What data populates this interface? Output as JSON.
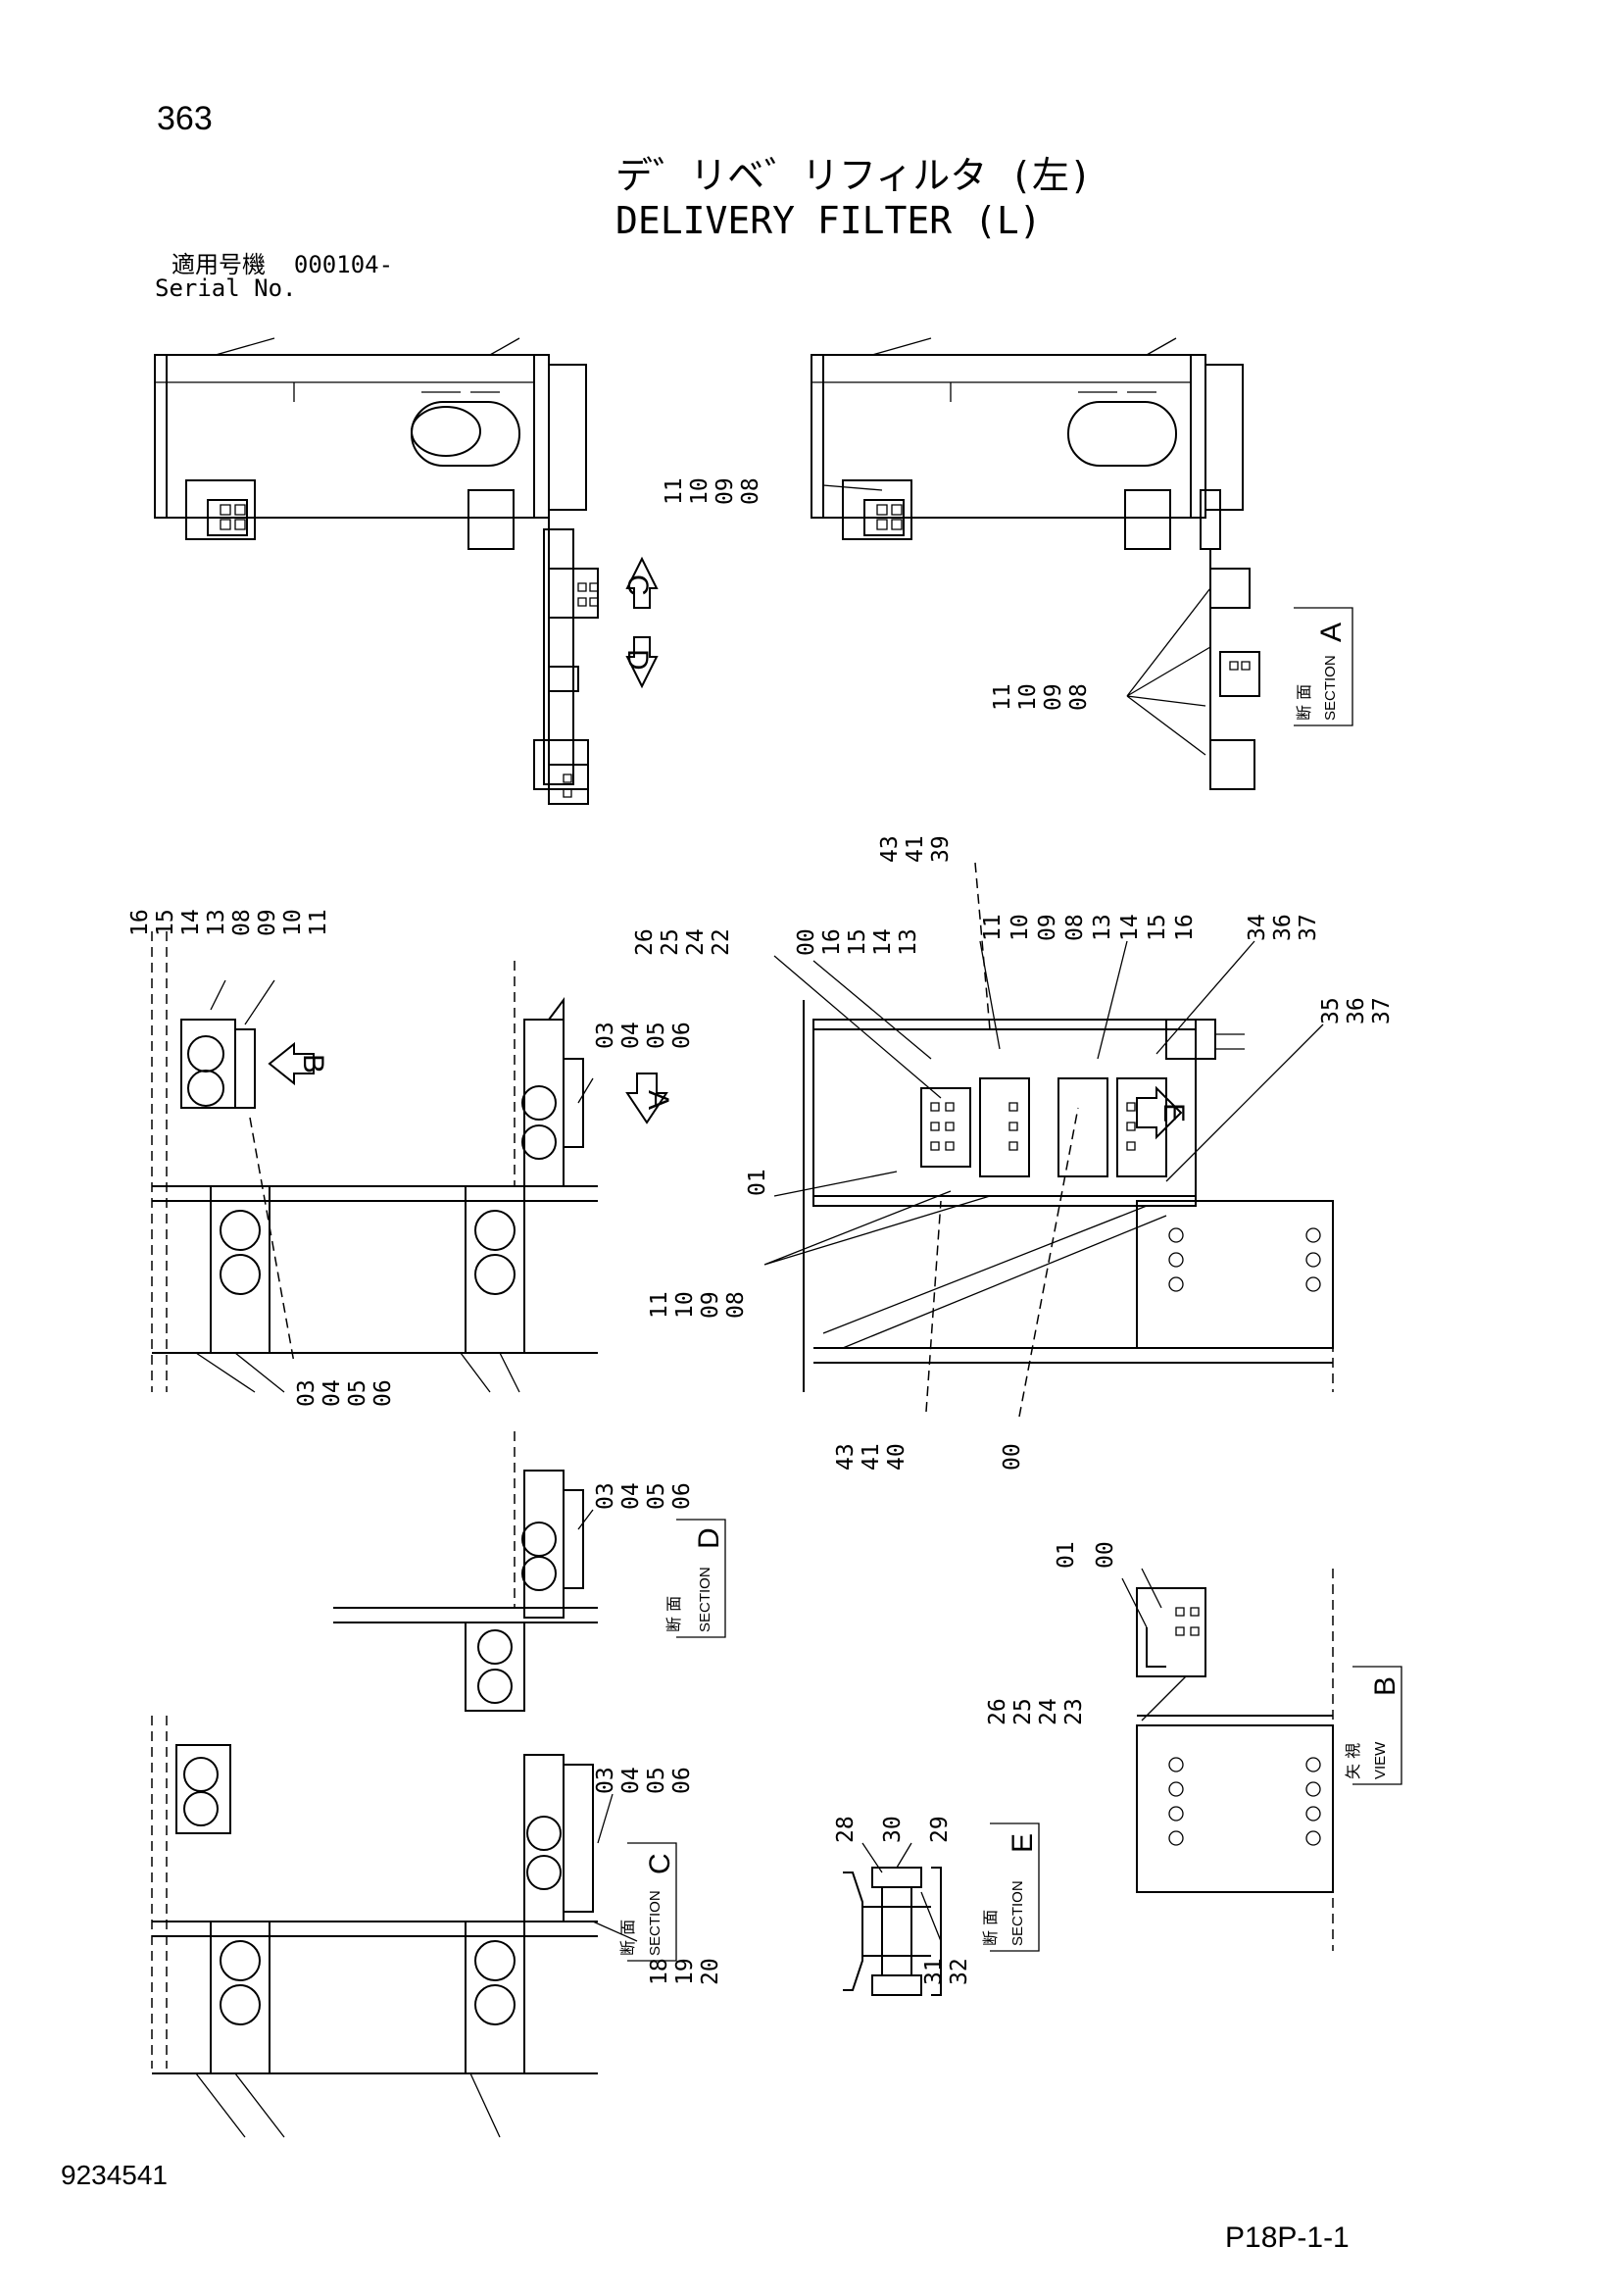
{
  "header": {
    "page_number": "363",
    "title_jp": "デ゛リベ゛リフィルタ (左)",
    "title_en": "DELIVERY FILTER (L)",
    "serial_label_jp": "適用号機",
    "serial_number": "000104-",
    "serial_label_en": "Serial No."
  },
  "footer": {
    "document_number": "9234541",
    "page_code": "P18P-1-1"
  },
  "section_labels": {
    "A": {
      "jp": "断 面",
      "en": "SECTION",
      "letter": "A"
    },
    "D": {
      "jp": "断 面",
      "en": "SECTION",
      "letter": "D"
    },
    "C": {
      "jp": "断 面",
      "en": "SECTION",
      "letter": "C"
    },
    "E": {
      "jp": "断 面",
      "en": "SECTION",
      "letter": "E"
    },
    "B": {
      "jp": "矢 視",
      "en": "VIEW",
      "letter": "B"
    }
  },
  "view_arrows": [
    "C",
    "D",
    "B",
    "A",
    "E"
  ],
  "callouts": {
    "g1": [
      "11",
      "10",
      "09",
      "08"
    ],
    "g2": [
      "11",
      "10",
      "09",
      "08"
    ],
    "g3": [
      "16",
      "15",
      "14",
      "13",
      "08",
      "09",
      "10",
      "11"
    ],
    "g4": [
      "03",
      "04",
      "05",
      "06"
    ],
    "g5": [
      "03",
      "04",
      "05",
      "06"
    ],
    "g6": [
      "26",
      "25",
      "24",
      "22"
    ],
    "g7": [
      "00",
      "16",
      "15",
      "14",
      "13"
    ],
    "g8": [
      "43",
      "41",
      "39"
    ],
    "g9": [
      "11",
      "10",
      "09",
      "08",
      "13",
      "14",
      "15",
      "16"
    ],
    "g10": [
      "34",
      "36",
      "37"
    ],
    "g11": [
      "35",
      "36",
      "37"
    ],
    "g12": [
      "01"
    ],
    "g13": [
      "11",
      "10",
      "09",
      "08"
    ],
    "g14": [
      "43",
      "41",
      "40"
    ],
    "g15": [
      "00"
    ],
    "g16": [
      "03",
      "04",
      "05",
      "06"
    ],
    "g17": [
      "01",
      "00"
    ],
    "g18": [
      "26",
      "25",
      "24",
      "23"
    ],
    "g19": [
      "03",
      "04",
      "05",
      "06"
    ],
    "g20": [
      "18",
      "19",
      "20"
    ],
    "g21": [
      "28",
      "30",
      "29"
    ],
    "g22": [
      "31",
      "32"
    ]
  }
}
